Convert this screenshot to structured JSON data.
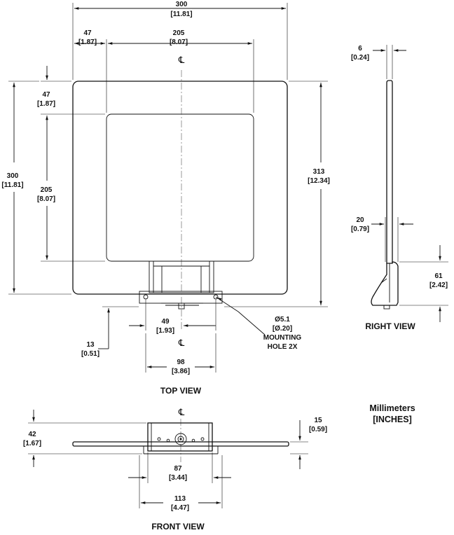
{
  "dimensions": {
    "top_overall_width": {
      "mm": "300",
      "in": "[11.81]"
    },
    "top_margin_left": {
      "mm": "47",
      "in": "[1.87]"
    },
    "top_inner_width": {
      "mm": "205",
      "in": "[8.07]"
    },
    "top_margin_top": {
      "mm": "47",
      "in": "[1.87]"
    },
    "top_overall_height": {
      "mm": "300",
      "in": "[11.81]"
    },
    "top_inner_height": {
      "mm": "205",
      "in": "[8.07]"
    },
    "top_total_height": {
      "mm": "313",
      "in": "[12.34]"
    },
    "top_mount_spacing": {
      "mm": "49",
      "in": "[1.93]"
    },
    "top_bottom_offset": {
      "mm": "13",
      "in": "[0.51]"
    },
    "top_bracket_width": {
      "mm": "98",
      "in": "[3.86]"
    },
    "mounting_hole": {
      "dia": "Ø5.1",
      "in": "[Ø.20]",
      "label1": "MOUNTING",
      "label2": "HOLE 2X"
    },
    "right_thickness": {
      "mm": "6",
      "in": "[0.24]"
    },
    "right_base_depth": {
      "mm": "20",
      "in": "[0.79]"
    },
    "right_base_height": {
      "mm": "61",
      "in": "[2.42]"
    },
    "front_height": {
      "mm": "42",
      "in": "[1.67]"
    },
    "front_plate_thickness": {
      "mm": "15",
      "in": "[0.59]"
    },
    "front_inner_width": {
      "mm": "87",
      "in": "[3.44]"
    },
    "front_outer_width": {
      "mm": "113",
      "in": "[4.47]"
    }
  },
  "views": {
    "top": "TOP VIEW",
    "right": "RIGHT VIEW",
    "front": "FRONT VIEW"
  },
  "units": {
    "line1": "Millimeters",
    "line2": "[INCHES]"
  },
  "centerline_symbol": "℄"
}
